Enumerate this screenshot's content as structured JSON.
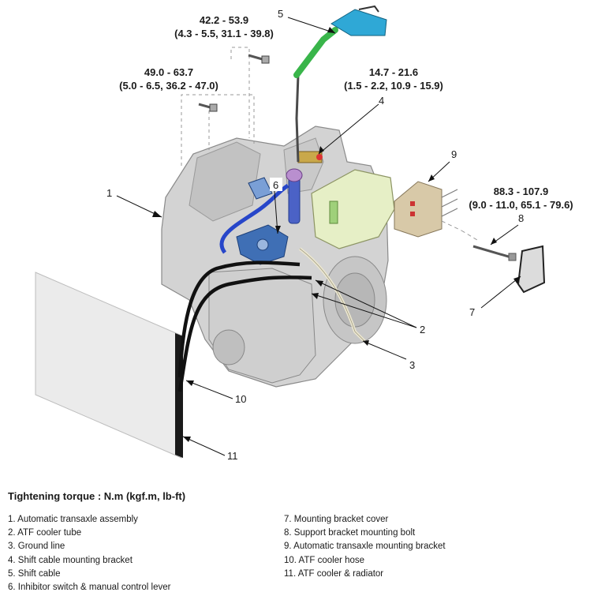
{
  "torque_labels": {
    "t1": {
      "range": "42.2 - 53.9",
      "conv": "(4.3 - 5.5, 31.1 - 39.8)"
    },
    "t2": {
      "range": "49.0 - 63.7",
      "conv": "(5.0 - 6.5, 36.2 - 47.0)"
    },
    "t3": {
      "range": "14.7 - 21.6",
      "conv": "(1.5 - 2.2, 10.9 - 15.9)"
    },
    "t4": {
      "range": "88.3 - 107.9",
      "conv": "(9.0 - 11.0, 65.1 - 79.6)"
    }
  },
  "callouts": [
    "1",
    "2",
    "3",
    "4",
    "5",
    "6",
    "7",
    "8",
    "9",
    "10",
    "11"
  ],
  "legend": {
    "title": "Tightening torque : N.m (kgf.m, lb-ft)",
    "left": [
      "1. Automatic transaxle assembly",
      "2. ATF cooler tube",
      "3. Ground line",
      "4. Shift cable mounting bracket",
      "5. Shift cable",
      "6. Inhibitor switch & manual control lever"
    ],
    "right": [
      "7. Mounting bracket cover",
      "8. Support bracket mounting bolt",
      "9. Automatic transaxle mounting bracket",
      "10. ATF cooler hose",
      "11. ATF cooler & radiator"
    ]
  }
}
